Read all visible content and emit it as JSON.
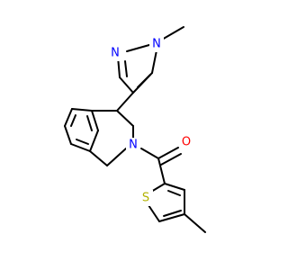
{
  "colors": {
    "background": "#ffffff",
    "bond": "#000000",
    "nitrogen": "#0000ff",
    "oxygen": "#ff0000",
    "sulfur": "#b2b200"
  },
  "atoms": {
    "n_methyl": "N",
    "n_pyrazole": "N",
    "n_ring": "N",
    "o_carbonyl": "O",
    "s_thiophene": "S"
  }
}
